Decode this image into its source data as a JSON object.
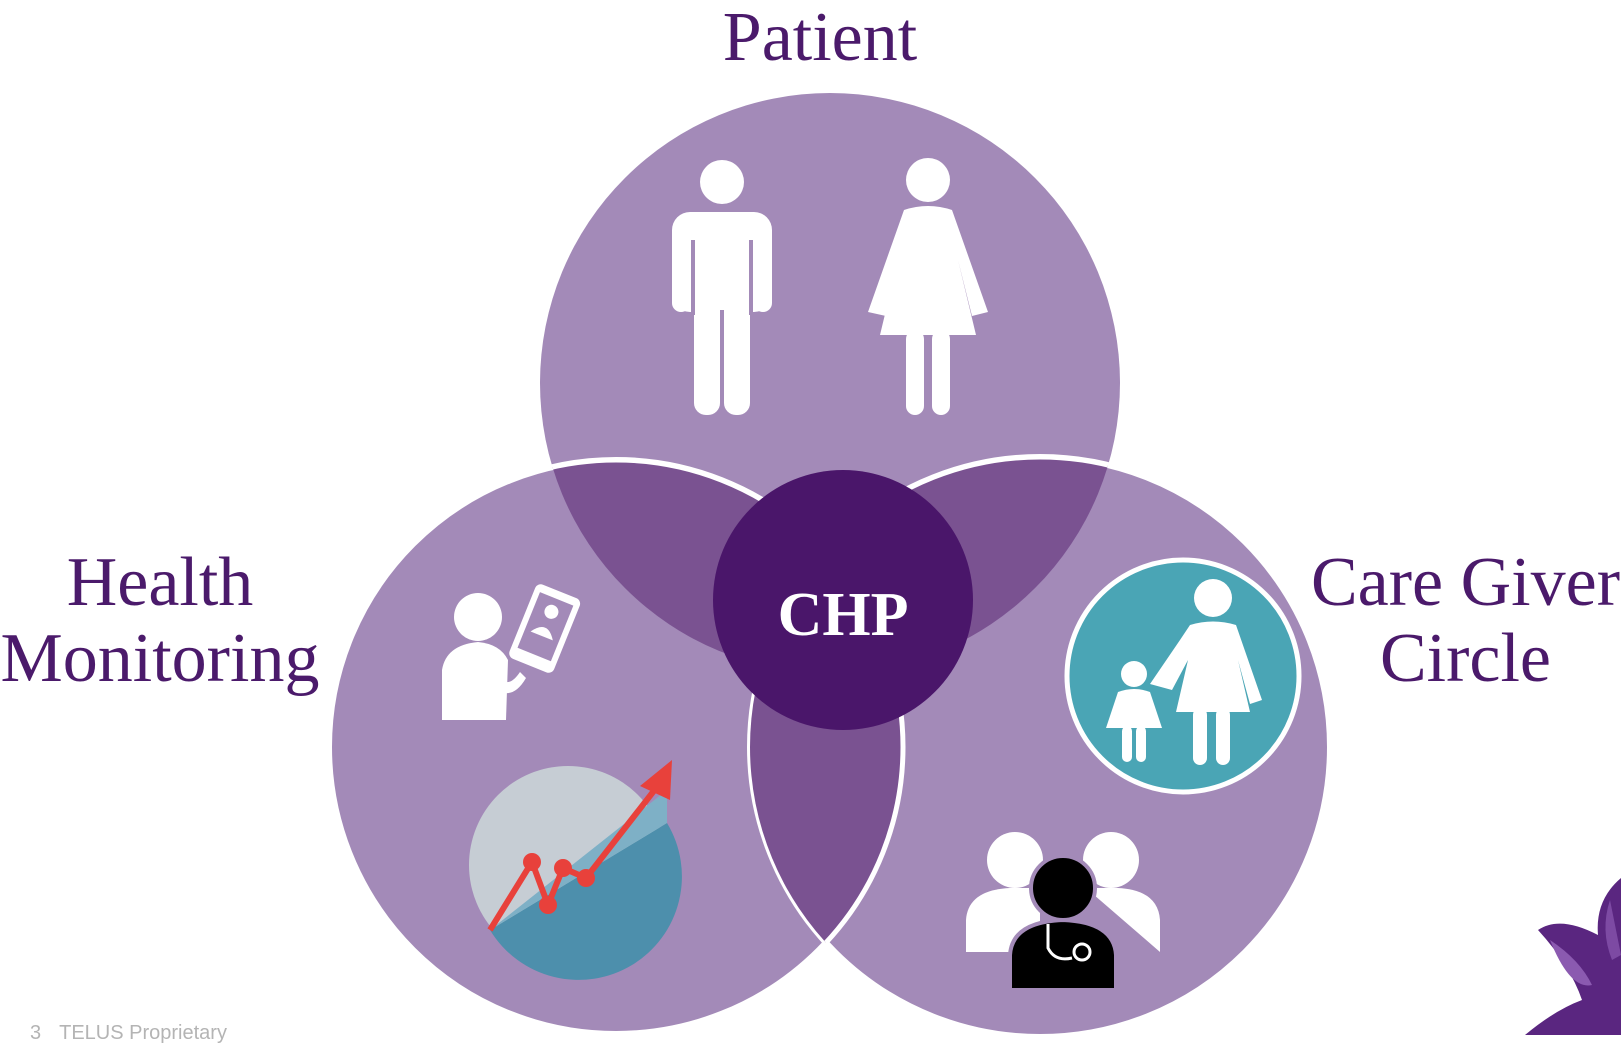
{
  "diagram": {
    "patient_label": "Patient",
    "health_monitoring_label_line1": "Health",
    "health_monitoring_label_line2": "Monitoring",
    "care_giver_label_line1": "Care Giver",
    "care_giver_label_line2": "Circle",
    "center_label": "CHP"
  },
  "footer": {
    "page_number": "3",
    "text": "TELUS Proprietary"
  },
  "colors": {
    "circle_fill": "#a38ab8",
    "overlap_fill": "#7a5291",
    "center_fill": "#4a166a",
    "label_text": "#4b1a6b",
    "teal": "#4aa5b5",
    "arrow_red": "#e8413b"
  },
  "icons": [
    "man-icon",
    "woman-icon",
    "tablet-doctor-icon",
    "growth-chart-icon",
    "parent-child-icon",
    "doctor-group-icon",
    "flower-icon"
  ]
}
